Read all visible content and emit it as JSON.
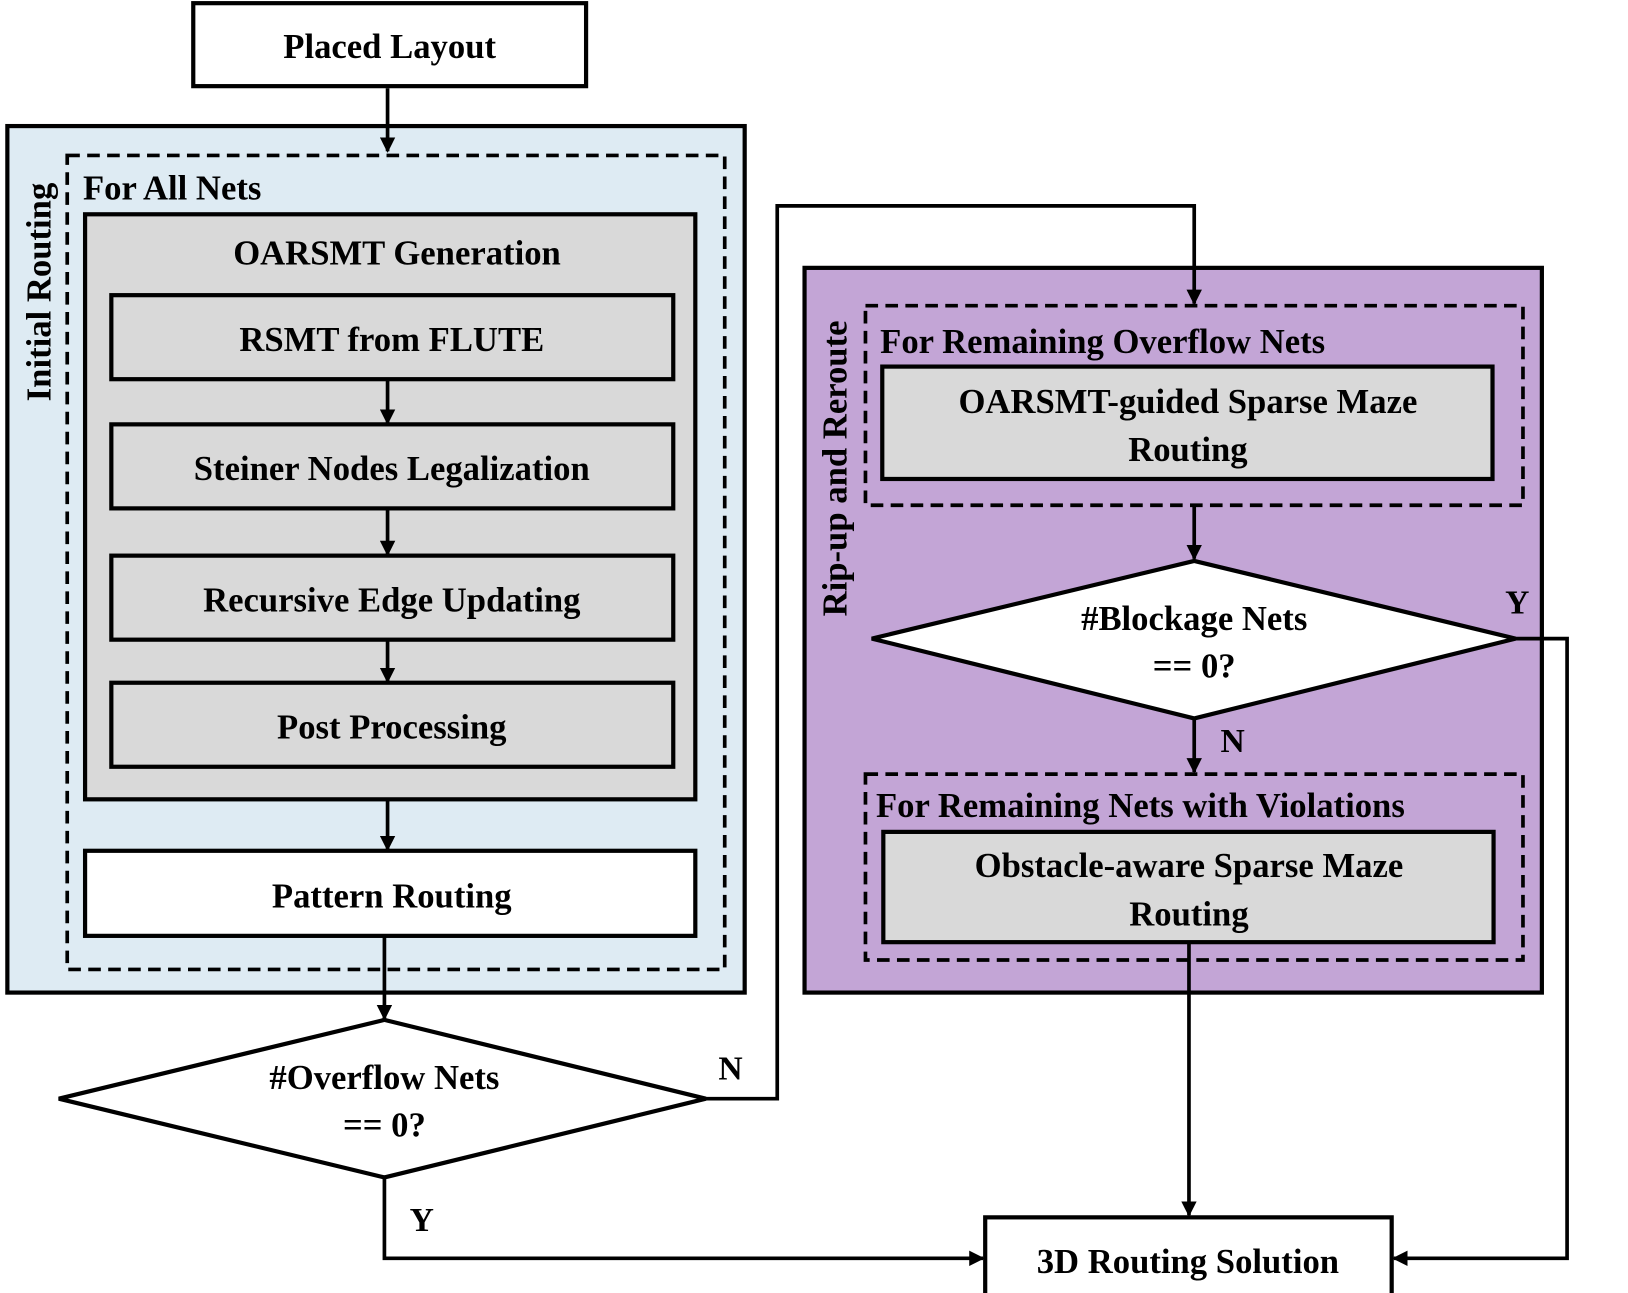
{
  "colors": {
    "initial_routing_bg": "#deebf3",
    "rip_up_bg": "#c3a5d6",
    "gray_box": "#d9d9d9",
    "white_box": "#ffffff",
    "stroke": "#000000"
  },
  "nodes": {
    "placed_layout": "Placed Layout",
    "initial_routing_title": "Initial Routing",
    "for_all_nets": "For All Nets",
    "oarsmt_generation": "OARSMT Generation",
    "rsmt_from_flute": "RSMT from FLUTE",
    "steiner_nodes_legalization": "Steiner Nodes Legalization",
    "recursive_edge_updating": "Recursive Edge Updating",
    "post_processing": "Post Processing",
    "pattern_routing": "Pattern Routing",
    "overflow_decision": {
      "line1": "#Overflow Nets",
      "line2": "== 0?"
    },
    "rip_up_title": "Rip-up and Reroute",
    "for_remaining_overflow_nets": "For Remaining Overflow Nets",
    "oarsmt_guided": {
      "line1": "OARSMT-guided Sparse Maze",
      "line2": "Routing"
    },
    "blockage_decision": {
      "line1": "#Blockage Nets",
      "line2": "== 0?"
    },
    "for_remaining_violations": "For Remaining Nets with Violations",
    "obstacle_aware": {
      "line1": "Obstacle-aware Sparse Maze",
      "line2": "Routing"
    },
    "routing_solution": "3D Routing Solution"
  },
  "edge_labels": {
    "overflow_no": "N",
    "overflow_yes": "Y",
    "blockage_yes": "Y",
    "blockage_no": "N"
  }
}
